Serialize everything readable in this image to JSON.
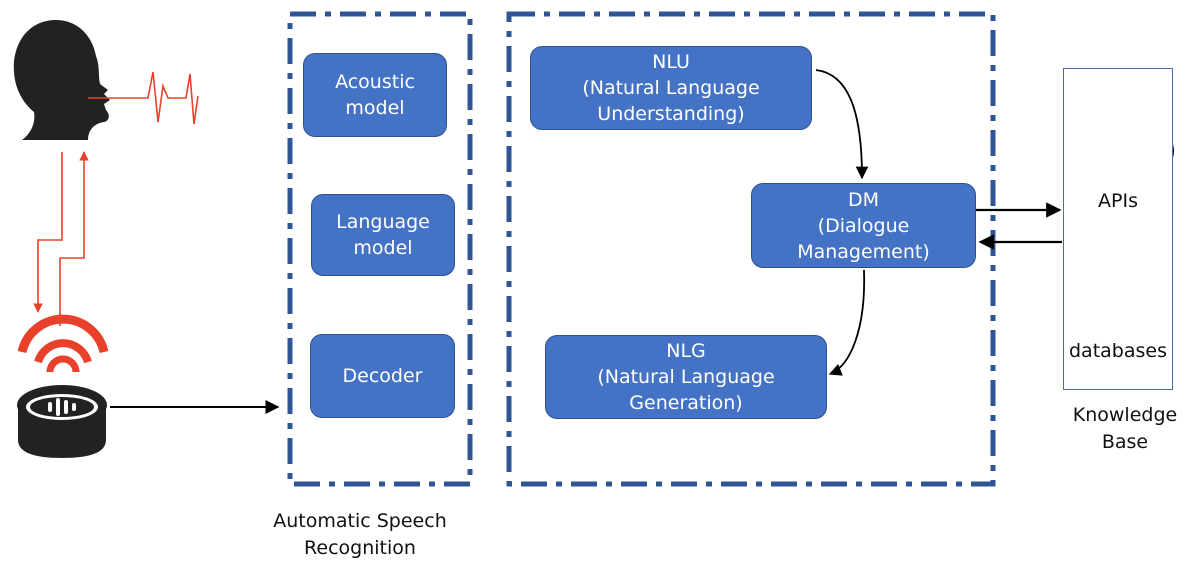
{
  "asr": {
    "acoustic_model": [
      "Acoustic",
      "model"
    ],
    "language_model": [
      "Language",
      "model"
    ],
    "decoder": "Decoder",
    "caption": [
      "Automatic Speech",
      "Recognition"
    ]
  },
  "dialogue": {
    "nlu": [
      "NLU",
      "(Natural Language",
      "Understanding)"
    ],
    "dm": [
      "DM",
      "(Dialogue",
      "Management)"
    ],
    "nlg": [
      "NLG",
      "(Natural Language",
      "Generation)"
    ]
  },
  "knowledge_base": {
    "apis_label": "APIs",
    "databases_label": "databases",
    "caption": [
      "Knowledge",
      "Base"
    ],
    "icons": [
      "cloud-download-icon",
      "database-icon"
    ]
  },
  "actors": {
    "icons": [
      "speaking-head-icon",
      "smart-speaker-icon"
    ]
  },
  "colors": {
    "box_fill": "#4472c4",
    "box_border": "#2f528f",
    "dashed_border": "#2f5597",
    "signal_red": "#e8402a",
    "arrow": "#000000"
  }
}
